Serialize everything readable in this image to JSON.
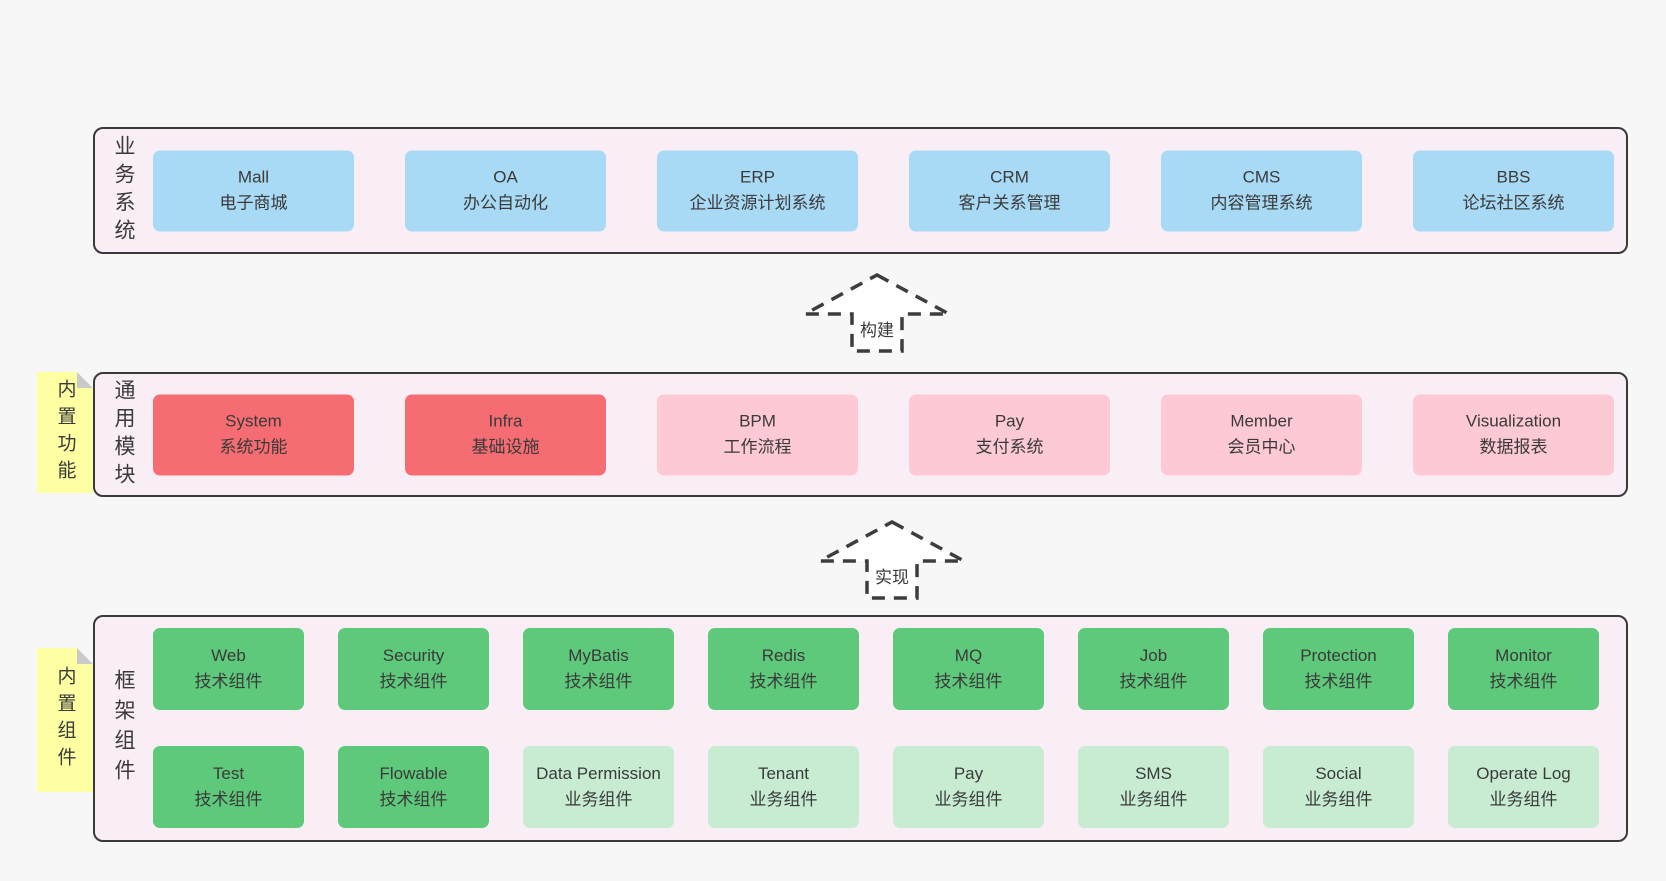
{
  "colors": {
    "page_bg": "#f7f7f7",
    "container_bg": "#faeef6",
    "container_border": "#3a3a3a",
    "blue_box": "#a9daf5",
    "red_box": "#f56d72",
    "pink_box": "#fcc9d4",
    "green_box": "#5ec97b",
    "green_light_box": "#c7ecd1",
    "note_bg": "#feffa2",
    "note_fold": "#c9c9c9",
    "text": "#3a3a3a"
  },
  "arrows": [
    {
      "label": "构建"
    },
    {
      "label": "实现"
    }
  ],
  "sections": {
    "business": {
      "label": "业务系统",
      "boxes": [
        {
          "title": "Mall",
          "subtitle": "电子商城"
        },
        {
          "title": "OA",
          "subtitle": "办公自动化"
        },
        {
          "title": "ERP",
          "subtitle": "企业资源计划系统"
        },
        {
          "title": "CRM",
          "subtitle": "客户关系管理"
        },
        {
          "title": "CMS",
          "subtitle": "内容管理系统"
        },
        {
          "title": "BBS",
          "subtitle": "论坛社区系统"
        }
      ]
    },
    "common": {
      "label": "通用模块",
      "note": "内置功能",
      "boxes": [
        {
          "title": "System",
          "subtitle": "系统功能"
        },
        {
          "title": "Infra",
          "subtitle": "基础设施"
        },
        {
          "title": "BPM",
          "subtitle": "工作流程"
        },
        {
          "title": "Pay",
          "subtitle": "支付系统"
        },
        {
          "title": "Member",
          "subtitle": "会员中心"
        },
        {
          "title": "Visualization",
          "subtitle": "数据报表"
        }
      ]
    },
    "framework": {
      "label": "框架组件",
      "note": "内置组件",
      "row1": [
        {
          "title": "Web",
          "subtitle": "技术组件"
        },
        {
          "title": "Security",
          "subtitle": "技术组件"
        },
        {
          "title": "MyBatis",
          "subtitle": "技术组件"
        },
        {
          "title": "Redis",
          "subtitle": "技术组件"
        },
        {
          "title": "MQ",
          "subtitle": "技术组件"
        },
        {
          "title": "Job",
          "subtitle": "技术组件"
        },
        {
          "title": "Protection",
          "subtitle": "技术组件"
        },
        {
          "title": "Monitor",
          "subtitle": "技术组件"
        }
      ],
      "row2": [
        {
          "title": "Test",
          "subtitle": "技术组件"
        },
        {
          "title": "Flowable",
          "subtitle": "技术组件"
        },
        {
          "title": "Data Permission",
          "subtitle": "业务组件"
        },
        {
          "title": "Tenant",
          "subtitle": "业务组件"
        },
        {
          "title": "Pay",
          "subtitle": "业务组件"
        },
        {
          "title": "SMS",
          "subtitle": "业务组件"
        },
        {
          "title": "Social",
          "subtitle": "业务组件"
        },
        {
          "title": "Operate Log",
          "subtitle": "业务组件"
        }
      ]
    }
  }
}
